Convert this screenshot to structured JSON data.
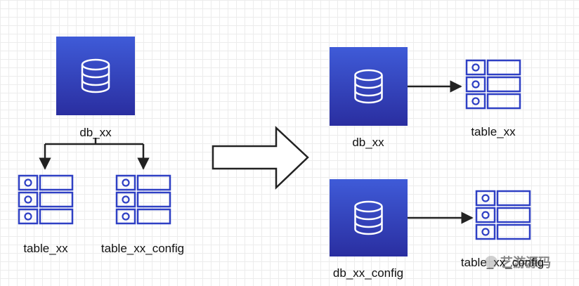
{
  "theme": {
    "db_gradient_top": "#3f5bd8",
    "db_gradient_bottom": "#2b2fa6",
    "table_stroke": "#2f40c4",
    "connector": "#222222"
  },
  "left": {
    "db_label": "db_xx",
    "tables": [
      "table_xx",
      "table_xx_config"
    ]
  },
  "right": {
    "rows": [
      {
        "db_label": "db_xx",
        "table_label": "table_xx"
      },
      {
        "db_label": "db_xx_config",
        "table_label": "table_xx_config"
      }
    ]
  },
  "watermark": {
    "text": "艺游源码"
  },
  "icons": {
    "database": "database-icon",
    "table": "table-icon",
    "transform_arrow": "block-arrow-right-icon"
  }
}
